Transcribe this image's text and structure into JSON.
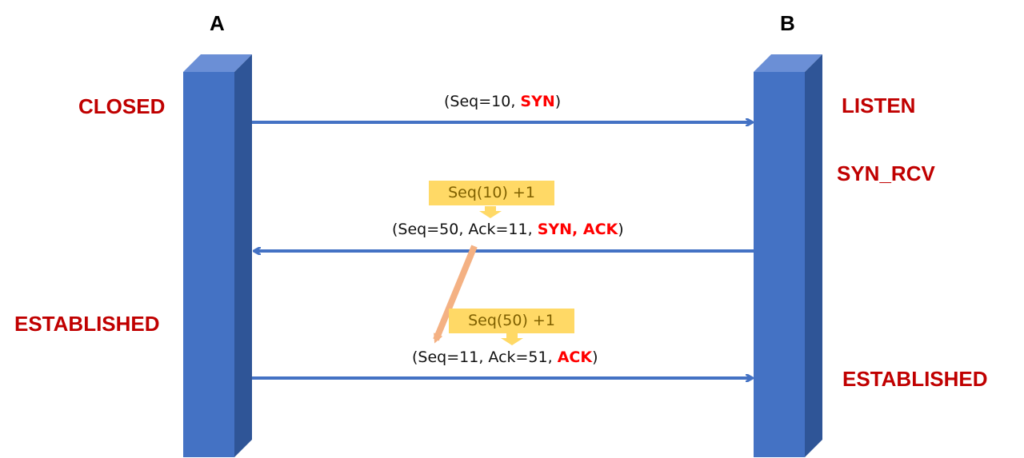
{
  "hosts": {
    "a": "A",
    "b": "B"
  },
  "states": {
    "a_closed": "CLOSED",
    "a_established": "ESTABLISHED",
    "b_listen": "LISTEN",
    "b_syn_rcv": "SYN_RCV",
    "b_established": "ESTABLISHED"
  },
  "messages": {
    "m1": {
      "open": "(Seq=10, ",
      "flags": "SYN",
      "close": ")"
    },
    "m2": {
      "open": "(Seq=50, Ack=11, ",
      "flags": "SYN, ACK",
      "close": ")"
    },
    "m3": {
      "open": "(Seq=11, Ack=51, ",
      "flags": "ACK",
      "close": ")"
    }
  },
  "notes": {
    "n1": "Seq(10) +1",
    "n2": "Seq(50) +1"
  },
  "colors": {
    "bar": "#4472c4",
    "bar_side": "#2f5597",
    "bar_top": "#6b8fd6",
    "arrow": "#4472c4",
    "state": "#c00000",
    "flag": "#ff0000",
    "note_bg": "#ffd966",
    "note_text": "#7f6000",
    "cross_arrow": "#f4b183"
  }
}
